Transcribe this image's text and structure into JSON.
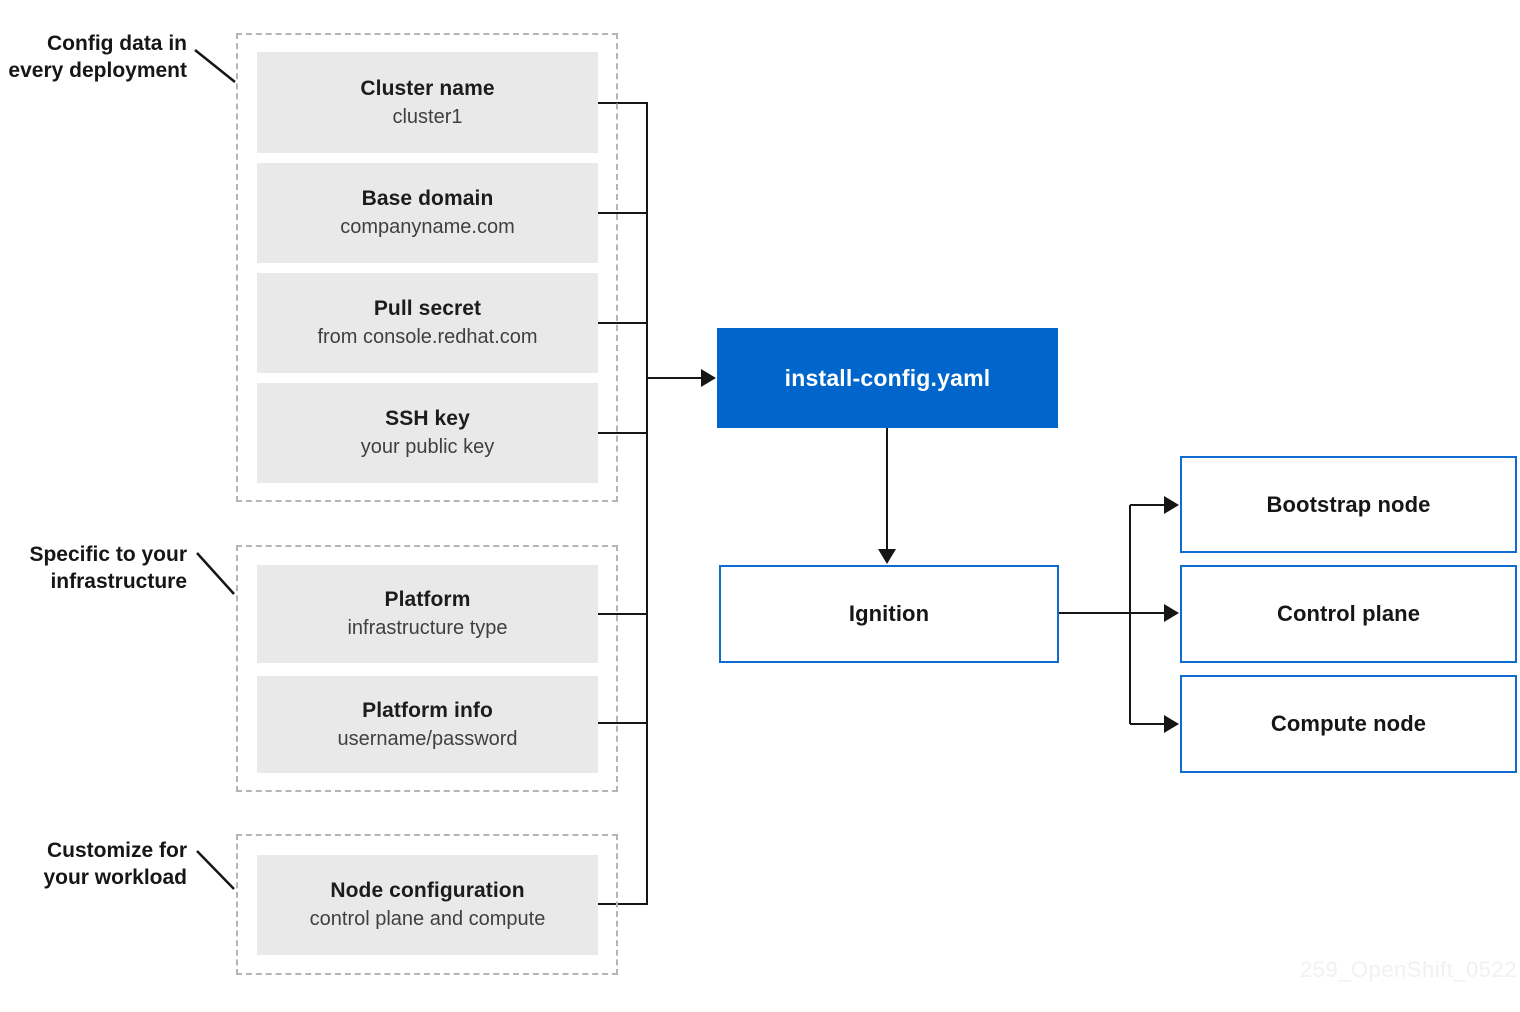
{
  "diagram": {
    "watermark": "259_OpenShift_0522",
    "colors": {
      "accent_blue": "#0066cc",
      "box_gray": "#e9e9e9",
      "line_black": "#161616",
      "dashed_border_gray": "#b5b5b5"
    },
    "groups": [
      {
        "label_line1": "Config data in",
        "label_line2": "every deployment",
        "boxes": [
          {
            "title": "Cluster name",
            "subtitle": "cluster1"
          },
          {
            "title": "Base domain",
            "subtitle": "companyname.com"
          },
          {
            "title": "Pull secret",
            "subtitle": "from console.redhat.com"
          },
          {
            "title": "SSH key",
            "subtitle": "your public key"
          }
        ]
      },
      {
        "label_line1": "Specific to your",
        "label_line2": "infrastructure",
        "boxes": [
          {
            "title": "Platform",
            "subtitle": "infrastructure type"
          },
          {
            "title": "Platform info",
            "subtitle": "username/password"
          }
        ]
      },
      {
        "label_line1": "Customize for",
        "label_line2": "your workload",
        "boxes": [
          {
            "title": "Node configuration",
            "subtitle": "control plane and compute"
          }
        ]
      }
    ],
    "install_config_label": "install-config.yaml",
    "ignition_label": "Ignition",
    "nodes": [
      {
        "label": "Bootstrap node"
      },
      {
        "label": "Control plane"
      },
      {
        "label": "Compute node"
      }
    ]
  }
}
